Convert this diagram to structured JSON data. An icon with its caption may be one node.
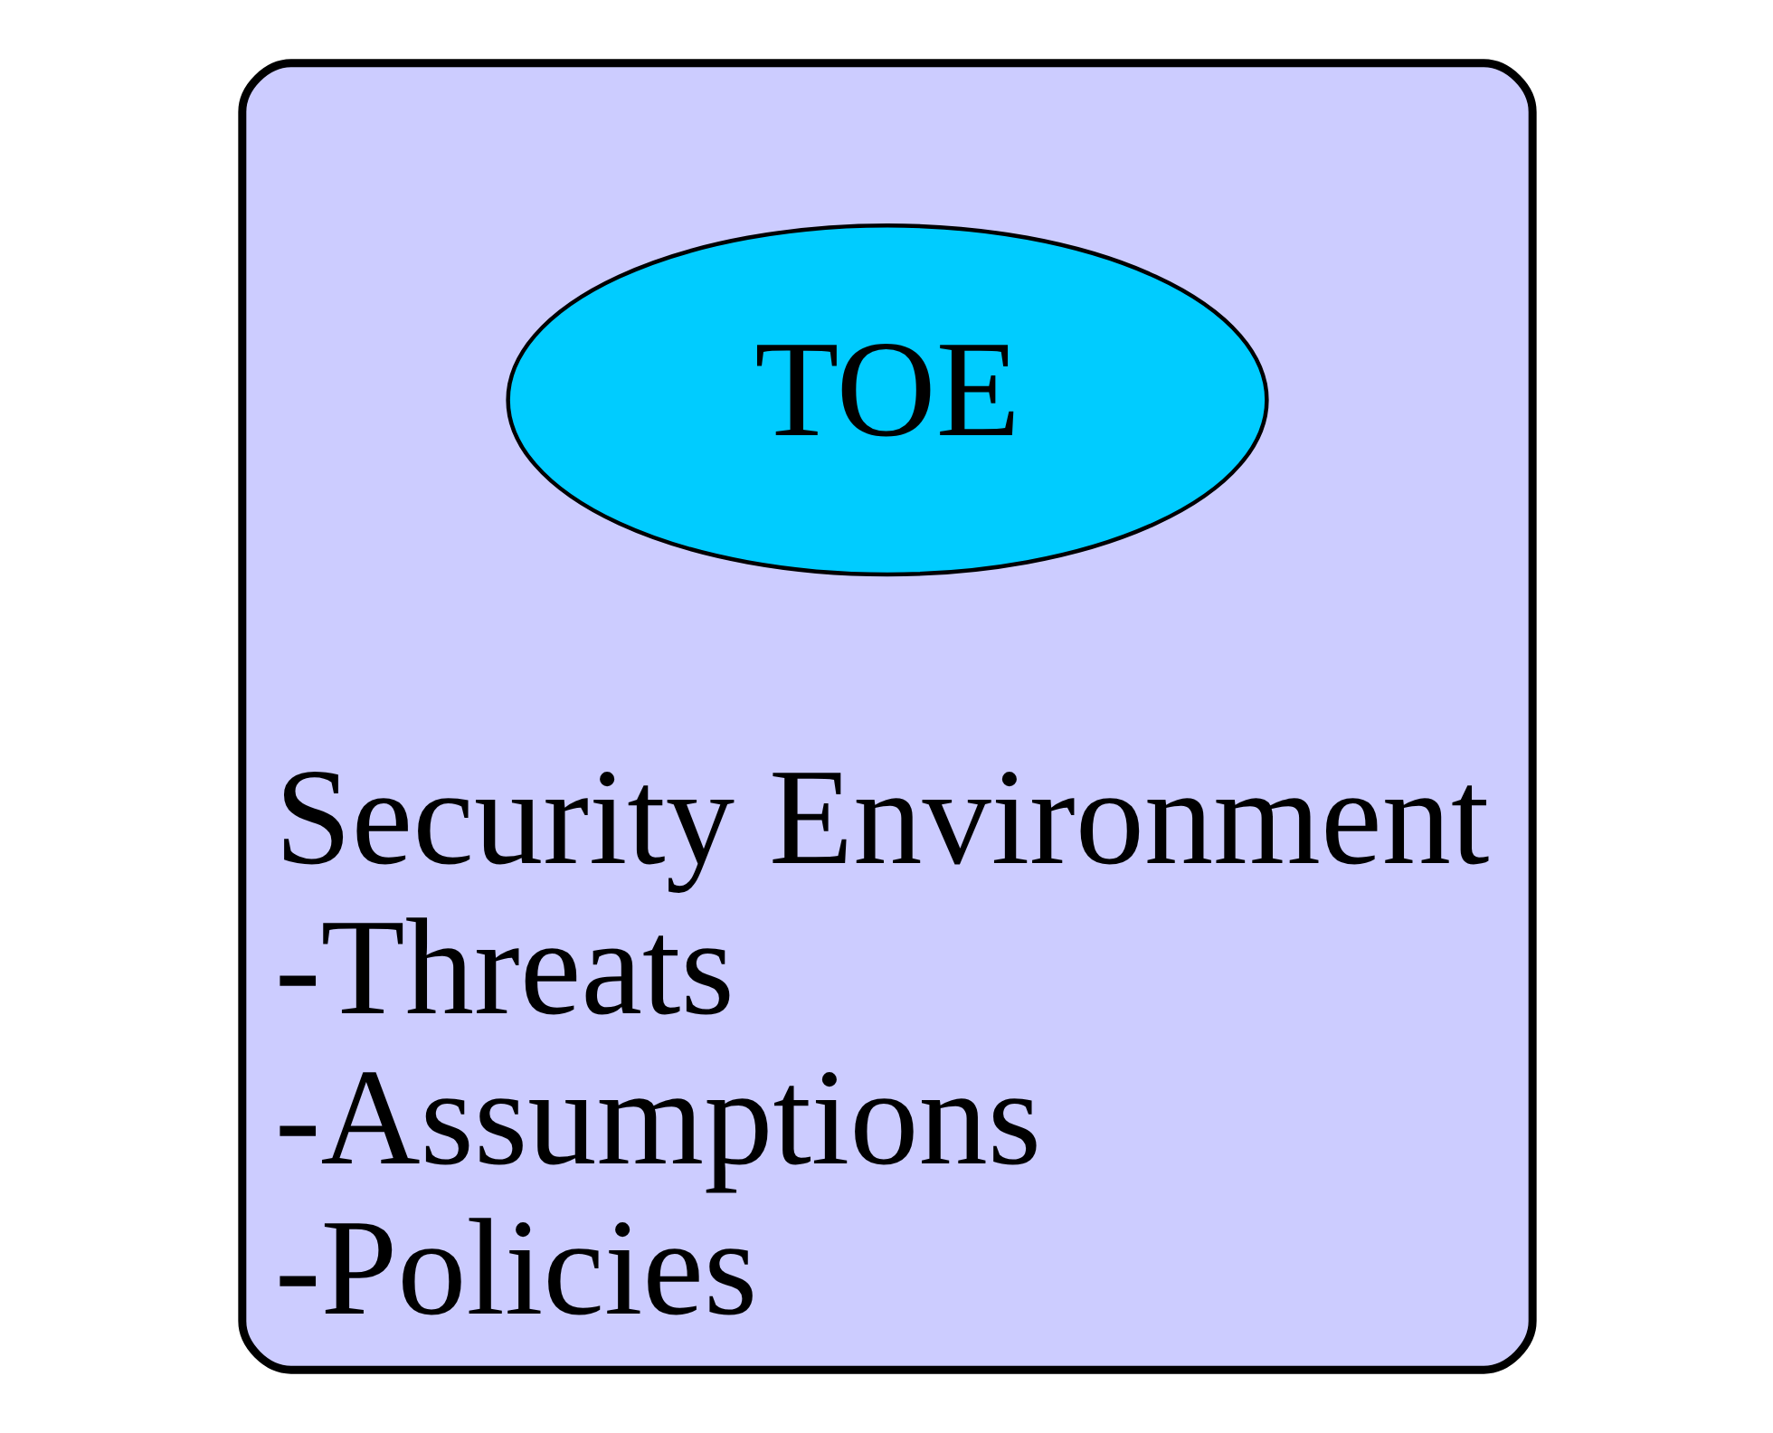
{
  "diagram": {
    "nodes": [
      {
        "text": [
          "Security Environment",
          "-Threats",
          "-Assumptions",
          "-Policies"
        ]
      },
      {
        "text": [
          "TOE"
        ],
        "in": 0
      }
    ],
    "edges": []
  }
}
